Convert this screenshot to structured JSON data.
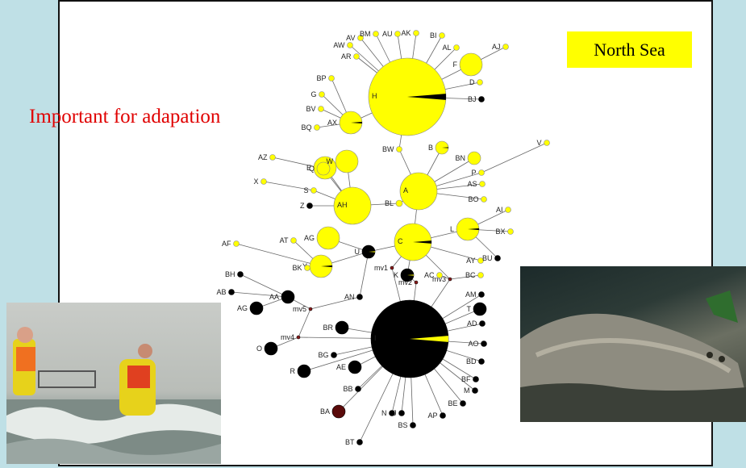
{
  "badge": {
    "text": "North Sea",
    "color": "#ffff00"
  },
  "note": {
    "text": "Important for adapation",
    "color": "#e00000"
  },
  "colors": {
    "yellow": "#ffff00",
    "black": "#000000",
    "darkred": "#5a0a0a",
    "mv": "#8b1a1a"
  },
  "network": {
    "nodes": [
      {
        "id": "H",
        "label": "H",
        "size": "xl",
        "fill": "yellow",
        "wedge": "black"
      },
      {
        "id": "I",
        "label": "I",
        "size": "xl",
        "fill": "black",
        "wedge": "yellow"
      },
      {
        "id": "A",
        "label": "A",
        "size": "l",
        "fill": "yellow"
      },
      {
        "id": "C",
        "label": "C",
        "size": "l",
        "fill": "yellow",
        "wedge": "black"
      },
      {
        "id": "AH",
        "label": "AH",
        "size": "l",
        "fill": "yellow"
      },
      {
        "id": "L",
        "label": "L",
        "size": "m",
        "fill": "yellow",
        "wedge": "black"
      },
      {
        "id": "F",
        "label": "F",
        "size": "m",
        "fill": "yellow"
      },
      {
        "id": "AG",
        "label": "AG",
        "size": "m",
        "fill": "yellow"
      },
      {
        "id": "Y",
        "label": "Y",
        "size": "m",
        "fill": "yellow",
        "wedge": "black"
      },
      {
        "id": "AX",
        "label": "AX",
        "size": "m",
        "fill": "yellow",
        "wedge": "black"
      },
      {
        "id": "E",
        "label": "E",
        "size": "m",
        "fill": "yellow"
      },
      {
        "id": "W",
        "label": "W",
        "size": "m",
        "fill": "yellow"
      },
      {
        "id": "B",
        "label": "B",
        "size": "s",
        "fill": "yellow",
        "wedge": "black"
      },
      {
        "id": "BN",
        "label": "BN",
        "size": "s",
        "fill": "yellow"
      },
      {
        "id": "Q",
        "label": "Q",
        "size": "s",
        "fill": "yellow"
      },
      {
        "id": "BL",
        "label": "BL",
        "size": "xs",
        "fill": "yellow"
      },
      {
        "id": "U",
        "label": "U",
        "size": "s",
        "fill": "black",
        "wedge": "yellow"
      },
      {
        "id": "K",
        "label": "K",
        "size": "s",
        "fill": "black",
        "wedge": "yellow"
      },
      {
        "id": "AA",
        "label": "AA",
        "size": "s",
        "fill": "black"
      },
      {
        "id": "BR",
        "label": "BR",
        "size": "s",
        "fill": "black"
      },
      {
        "id": "AE",
        "label": "AE",
        "size": "s",
        "fill": "black"
      },
      {
        "id": "R",
        "label": "R",
        "size": "s",
        "fill": "black"
      },
      {
        "id": "O",
        "label": "O",
        "size": "s",
        "fill": "black"
      },
      {
        "id": "AG2",
        "label": "AG",
        "size": "s",
        "fill": "black"
      },
      {
        "id": "BA",
        "label": "BA",
        "size": "s",
        "fill": "darkred"
      },
      {
        "id": "AV",
        "label": "AV",
        "size": "t",
        "fill": "yellow"
      },
      {
        "id": "AW",
        "label": "AW",
        "size": "t",
        "fill": "yellow"
      },
      {
        "id": "AR",
        "label": "AR",
        "size": "t",
        "fill": "yellow"
      },
      {
        "id": "BM",
        "label": "BM",
        "size": "t",
        "fill": "yellow"
      },
      {
        "id": "AU",
        "label": "AU",
        "size": "t",
        "fill": "yellow"
      },
      {
        "id": "AK",
        "label": "AK",
        "size": "t",
        "fill": "yellow"
      },
      {
        "id": "BI",
        "label": "BI",
        "size": "t",
        "fill": "yellow"
      },
      {
        "id": "AL",
        "label": "AL",
        "size": "t",
        "fill": "yellow"
      },
      {
        "id": "AJ",
        "label": "AJ",
        "size": "t",
        "fill": "yellow"
      },
      {
        "id": "D",
        "label": "D",
        "size": "t",
        "fill": "yellow"
      },
      {
        "id": "BJ",
        "label": "BJ",
        "size": "t",
        "fill": "black"
      },
      {
        "id": "BP",
        "label": "BP",
        "size": "t",
        "fill": "yellow"
      },
      {
        "id": "G",
        "label": "G",
        "size": "t",
        "fill": "yellow"
      },
      {
        "id": "BV",
        "label": "BV",
        "size": "t",
        "fill": "yellow"
      },
      {
        "id": "BQ",
        "label": "BQ",
        "size": "t",
        "fill": "yellow"
      },
      {
        "id": "BW",
        "label": "BW",
        "size": "t",
        "fill": "yellow"
      },
      {
        "id": "V",
        "label": "V",
        "size": "t",
        "fill": "yellow"
      },
      {
        "id": "P",
        "label": "P",
        "size": "t",
        "fill": "yellow"
      },
      {
        "id": "AS",
        "label": "AS",
        "size": "t",
        "fill": "yellow"
      },
      {
        "id": "BO",
        "label": "BO",
        "size": "t",
        "fill": "yellow"
      },
      {
        "id": "AZ",
        "label": "AZ",
        "size": "t",
        "fill": "yellow"
      },
      {
        "id": "X",
        "label": "X",
        "size": "t",
        "fill": "yellow"
      },
      {
        "id": "S",
        "label": "S",
        "size": "t",
        "fill": "yellow"
      },
      {
        "id": "Z",
        "label": "Z",
        "size": "t",
        "fill": "black"
      },
      {
        "id": "AI",
        "label": "AI",
        "size": "t",
        "fill": "yellow"
      },
      {
        "id": "BK",
        "label": "BK",
        "size": "t",
        "fill": "yellow"
      },
      {
        "id": "AT",
        "label": "AT",
        "size": "t",
        "fill": "yellow"
      },
      {
        "id": "AF",
        "label": "AF",
        "size": "t",
        "fill": "yellow"
      },
      {
        "id": "BX",
        "label": "BX",
        "size": "t",
        "fill": "yellow"
      },
      {
        "id": "AY",
        "label": "AY",
        "size": "t",
        "fill": "yellow"
      },
      {
        "id": "BU",
        "label": "BU",
        "size": "t",
        "fill": "black"
      },
      {
        "id": "AC",
        "label": "AC",
        "size": "t",
        "fill": "yellow"
      },
      {
        "id": "BC",
        "label": "BC",
        "size": "t",
        "fill": "yellow"
      },
      {
        "id": "BH",
        "label": "BH",
        "size": "t",
        "fill": "black"
      },
      {
        "id": "AB",
        "label": "AB",
        "size": "t",
        "fill": "black"
      },
      {
        "id": "AN",
        "label": "AN",
        "size": "t",
        "fill": "black"
      },
      {
        "id": "AM",
        "label": "AM",
        "size": "t",
        "fill": "black"
      },
      {
        "id": "T",
        "label": "T",
        "size": "s",
        "fill": "black"
      },
      {
        "id": "AD",
        "label": "AD",
        "size": "t",
        "fill": "black"
      },
      {
        "id": "AO",
        "label": "AO",
        "size": "t",
        "fill": "black"
      },
      {
        "id": "BD",
        "label": "BD",
        "size": "t",
        "fill": "black"
      },
      {
        "id": "BF",
        "label": "BF",
        "size": "t",
        "fill": "black"
      },
      {
        "id": "M",
        "label": "M",
        "size": "t",
        "fill": "black"
      },
      {
        "id": "BE",
        "label": "BE",
        "size": "t",
        "fill": "black"
      },
      {
        "id": "AP",
        "label": "AP",
        "size": "t",
        "fill": "black"
      },
      {
        "id": "BS",
        "label": "BS",
        "size": "t",
        "fill": "black"
      },
      {
        "id": "N",
        "label": "N",
        "size": "t",
        "fill": "black"
      },
      {
        "id": "J",
        "label": "J",
        "size": "t",
        "fill": "black"
      },
      {
        "id": "BT",
        "label": "BT",
        "size": "t",
        "fill": "black"
      },
      {
        "id": "BG",
        "label": "BG",
        "size": "t",
        "fill": "black"
      },
      {
        "id": "BB",
        "label": "BB",
        "size": "t",
        "fill": "black"
      },
      {
        "id": "mv1",
        "label": "mv1",
        "size": "mv",
        "fill": "mv"
      },
      {
        "id": "mv2",
        "label": "mv2",
        "size": "mv",
        "fill": "mv"
      },
      {
        "id": "mv3",
        "label": "mv3",
        "size": "mv",
        "fill": "mv"
      },
      {
        "id": "mv4",
        "label": "mv4",
        "size": "mv",
        "fill": "mv"
      },
      {
        "id": "mv5",
        "label": "mv5",
        "size": "mv",
        "fill": "mv"
      }
    ],
    "edges": [
      [
        "H",
        "AV"
      ],
      [
        "H",
        "AW"
      ],
      [
        "H",
        "AR"
      ],
      [
        "H",
        "BM"
      ],
      [
        "H",
        "AU"
      ],
      [
        "H",
        "AK"
      ],
      [
        "H",
        "BI"
      ],
      [
        "H",
        "AL"
      ],
      [
        "H",
        "F"
      ],
      [
        "H",
        "D"
      ],
      [
        "H",
        "BJ"
      ],
      [
        "H",
        "AX"
      ],
      [
        "H",
        "BW"
      ],
      [
        "F",
        "AJ"
      ],
      [
        "AX",
        "BP"
      ],
      [
        "AX",
        "G"
      ],
      [
        "AX",
        "BV"
      ],
      [
        "AX",
        "BQ"
      ],
      [
        "BW",
        "A"
      ],
      [
        "A",
        "B"
      ],
      [
        "A",
        "BN"
      ],
      [
        "A",
        "P"
      ],
      [
        "A",
        "AS"
      ],
      [
        "A",
        "BO"
      ],
      [
        "A",
        "BL"
      ],
      [
        "A",
        "C"
      ],
      [
        "P",
        "V"
      ],
      [
        "BL",
        "AH"
      ],
      [
        "AH",
        "E"
      ],
      [
        "AH",
        "W"
      ],
      [
        "AH",
        "Q"
      ],
      [
        "AH",
        "S"
      ],
      [
        "AH",
        "Z"
      ],
      [
        "Q",
        "AZ"
      ],
      [
        "S",
        "X"
      ],
      [
        "C",
        "L"
      ],
      [
        "C",
        "AY"
      ],
      [
        "C",
        "U"
      ],
      [
        "C",
        "K"
      ],
      [
        "C",
        "mv1"
      ],
      [
        "C",
        "mv3"
      ],
      [
        "L",
        "AI"
      ],
      [
        "L",
        "BX"
      ],
      [
        "L",
        "BU"
      ],
      [
        "U",
        "Y"
      ],
      [
        "U",
        "AG"
      ],
      [
        "U",
        "AN"
      ],
      [
        "Y",
        "AT"
      ],
      [
        "Y",
        "AF"
      ],
      [
        "Y",
        "BK"
      ],
      [
        "mv1",
        "I"
      ],
      [
        "mv3",
        "AC"
      ],
      [
        "mv3",
        "BC"
      ],
      [
        "mv3",
        "I"
      ],
      [
        "K",
        "mv2"
      ],
      [
        "mv2",
        "I"
      ],
      [
        "AN",
        "mv5"
      ],
      [
        "mv5",
        "AA"
      ],
      [
        "mv5",
        "mv4"
      ],
      [
        "AA",
        "BH"
      ],
      [
        "AA",
        "AB"
      ],
      [
        "AA",
        "AG2"
      ],
      [
        "mv4",
        "O"
      ],
      [
        "mv4",
        "I"
      ],
      [
        "I",
        "BR"
      ],
      [
        "I",
        "AE"
      ],
      [
        "I",
        "R"
      ],
      [
        "I",
        "BG"
      ],
      [
        "I",
        "BB"
      ],
      [
        "I",
        "BA"
      ],
      [
        "I",
        "BT"
      ],
      [
        "I",
        "N"
      ],
      [
        "I",
        "J"
      ],
      [
        "I",
        "BS"
      ],
      [
        "I",
        "AP"
      ],
      [
        "I",
        "BE"
      ],
      [
        "I",
        "M"
      ],
      [
        "I",
        "BF"
      ],
      [
        "I",
        "BD"
      ],
      [
        "I",
        "AO"
      ],
      [
        "I",
        "AD"
      ],
      [
        "I",
        "T"
      ],
      [
        "I",
        "AM"
      ]
    ]
  }
}
